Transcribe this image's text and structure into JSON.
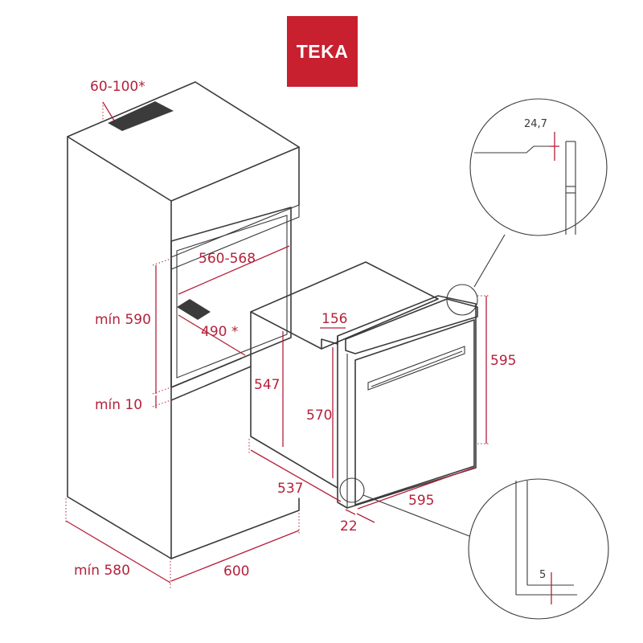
{
  "brand": {
    "name": "TEKA",
    "bg_color": "#c8202f",
    "text_color": "#ffffff"
  },
  "colors": {
    "dimension": "#b5213a",
    "outline": "#3a3a3a",
    "vent": "#3b3b3b"
  },
  "dimensions": {
    "vent_gap": "60-100*",
    "niche_width": "560-568",
    "niche_height": "mín 590",
    "niche_depth": "490 *",
    "bottom_gap": "mín 10",
    "cabinet_depth": "mín 580",
    "cabinet_width": "600",
    "oven_top_step": "156",
    "oven_body_height": "547",
    "oven_front_height": "570",
    "oven_total_height": "595",
    "oven_depth": "537",
    "oven_width": "595",
    "door_thickness": "22",
    "detail_top": "24,7",
    "detail_bottom": "5"
  }
}
